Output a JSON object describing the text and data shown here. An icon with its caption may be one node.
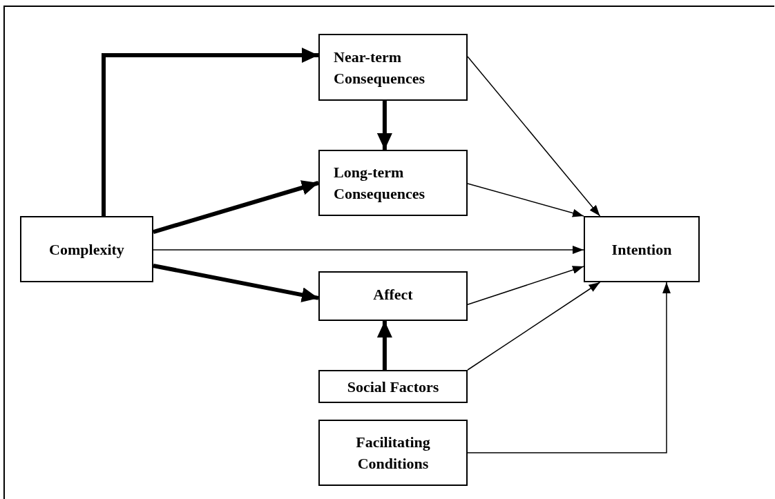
{
  "diagram": {
    "nodes": [
      {
        "text": [
          "Complexity"
        ]
      },
      {
        "text": [
          "Near-term Consequences"
        ]
      },
      {
        "text": [
          "Long-term Consequences"
        ]
      },
      {
        "text": [
          "Affect"
        ]
      },
      {
        "text": [
          "Social Factors"
        ]
      },
      {
        "text": [
          "Facilitating Conditions"
        ]
      },
      {
        "text": [
          "Intention"
        ]
      }
    ],
    "edges": [
      {
        "from": 0,
        "to": 1,
        "arrow": "to",
        "style": "thick"
      },
      {
        "from": 1,
        "to": 2,
        "arrow": "to",
        "style": "thick"
      },
      {
        "from": 0,
        "to": 2,
        "arrow": "to",
        "style": "thick"
      },
      {
        "from": 0,
        "to": 6,
        "arrow": "to"
      },
      {
        "from": 0,
        "to": 3,
        "arrow": "to",
        "style": "thick"
      },
      {
        "from": 4,
        "to": 3,
        "arrow": "to",
        "style": "thick"
      },
      {
        "from": 1,
        "to": 6,
        "arrow": "to"
      },
      {
        "from": 2,
        "to": 6,
        "arrow": "to"
      },
      {
        "from": 3,
        "to": 6,
        "arrow": "to"
      },
      {
        "from": 4,
        "to": 6,
        "arrow": "to"
      },
      {
        "from": 5,
        "to": 6,
        "arrow": "to"
      }
    ]
  }
}
